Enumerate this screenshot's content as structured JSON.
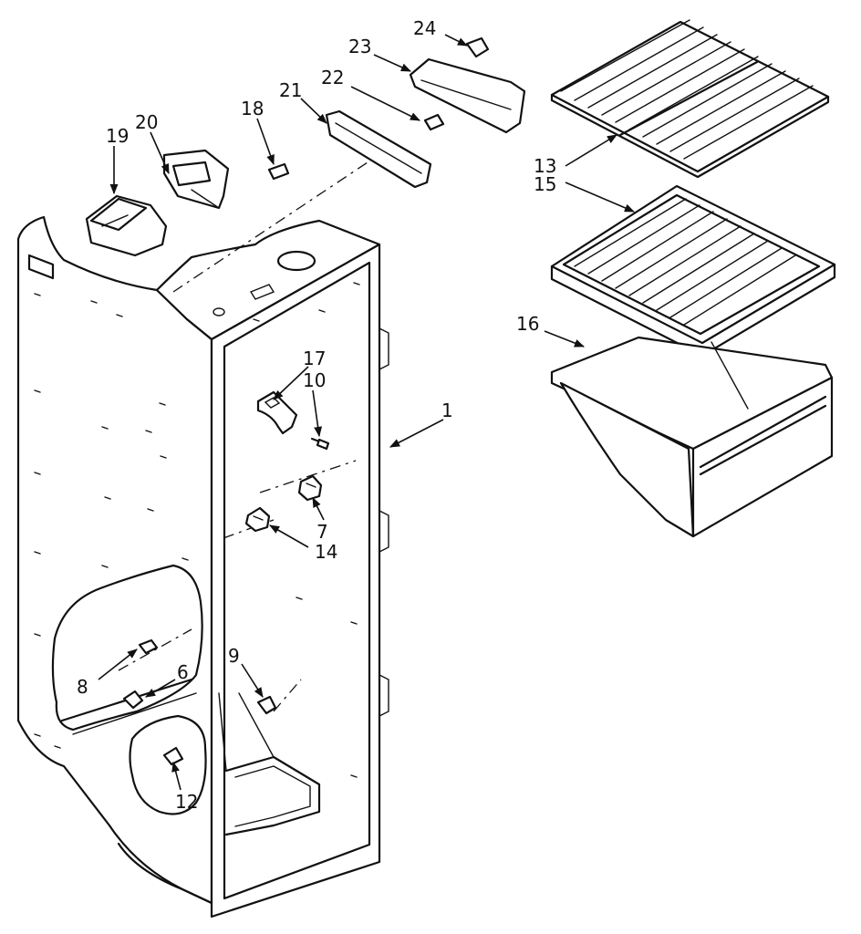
{
  "callouts": {
    "c1": "1",
    "c6": "6",
    "c7": "7",
    "c8": "8",
    "c9": "9",
    "c10": "10",
    "c12": "12",
    "c13": "13",
    "c14": "14",
    "c15": "15",
    "c16": "16",
    "c17": "17",
    "c18": "18",
    "c19": "19",
    "c20": "20",
    "c21": "21",
    "c22": "22",
    "c23": "23",
    "c24": "24"
  }
}
